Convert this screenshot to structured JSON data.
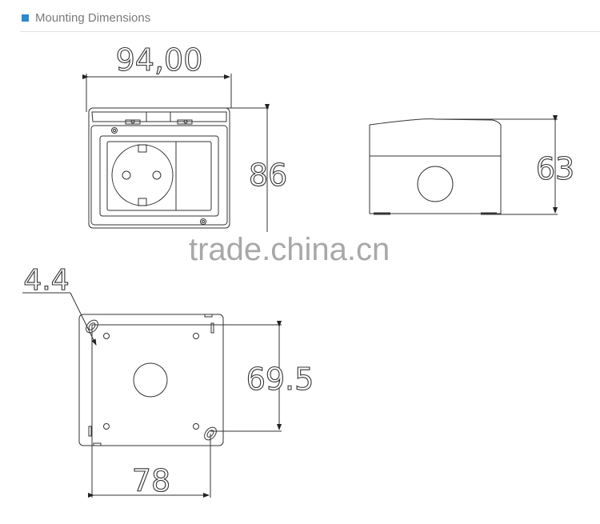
{
  "header": {
    "title": "Mounting Dimensions",
    "accent_color": "#2a8ad0"
  },
  "drawing": {
    "front_view": {
      "width_label": "94,00",
      "height_label": "86"
    },
    "side_view": {
      "height_label": "63"
    },
    "back_view": {
      "hole_label": "4.4",
      "vertical_spacing_label": "69.5",
      "horizontal_spacing_label": "78"
    }
  },
  "watermark": "trade.china.cn"
}
